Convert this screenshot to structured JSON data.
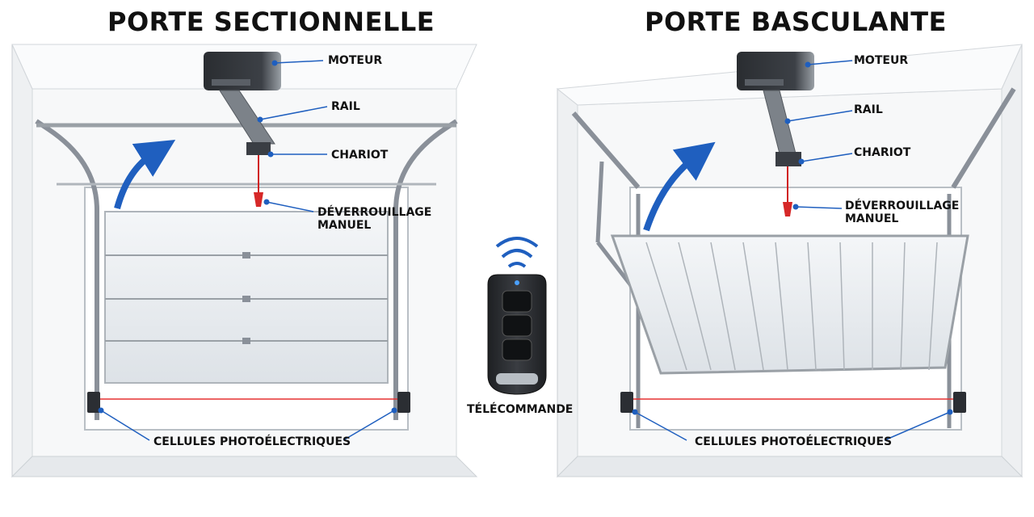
{
  "left_panel": {
    "title": "PORTE SECTIONNELLE",
    "labels": {
      "motor": "MOTEUR",
      "rail": "RAIL",
      "trolley": "CHARIOT",
      "release_line1": "DÉVERROUILLAGE",
      "release_line2": "MANUEL",
      "photocells": "CELLULES PHOTOÉLECTRIQUES"
    }
  },
  "right_panel": {
    "title": "PORTE BASCULANTE",
    "labels": {
      "motor": "MOTEUR",
      "rail": "RAIL",
      "trolley": "CHARIOT",
      "release_line1": "DÉVERROUILLAGE",
      "release_line2": "MANUEL",
      "photocells": "CELLULES PHOTOÉLECTRIQUES"
    }
  },
  "remote": {
    "label": "TÉLÉCOMMANDE"
  },
  "colors": {
    "accent_blue": "#1f5fbf",
    "laser_red": "#e53030",
    "frame_gray": "#8a9099"
  }
}
